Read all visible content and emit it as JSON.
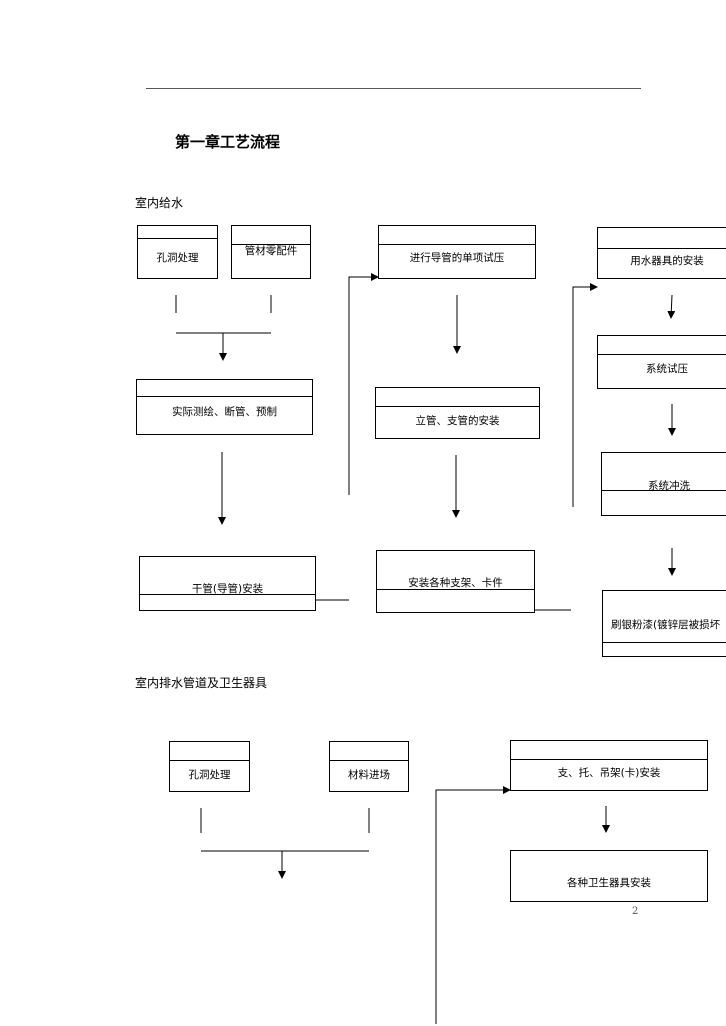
{
  "page": {
    "chapter_title": "第一章工艺流程",
    "page_number": "2"
  },
  "section1": {
    "heading": "室内给水",
    "boxes": {
      "kongdong": "孔洞处理",
      "guancai": "管材零配件",
      "celiang": "实际测绘、断管、预制",
      "ganguan": "干管(导管)安装",
      "daoguan_shiya": "进行导管的单项试压",
      "liguan": "立管、支管的安装",
      "zhijia": "安装各种支架、卡件",
      "yongshui": "用水器具的安装",
      "xitong_shiya": "系统试压",
      "xitong_chongxi": "系统冲洗",
      "shuayin": "刷银粉漆(镀锌层被损坏"
    }
  },
  "section2": {
    "heading": "室内排水管道及卫生器具",
    "boxes": {
      "kongdong": "孔洞处理",
      "cailiao": "材料进场",
      "zhituo": "支、托、吊架(卡)安装",
      "weisheng": "各种卫生器具安装"
    }
  }
}
